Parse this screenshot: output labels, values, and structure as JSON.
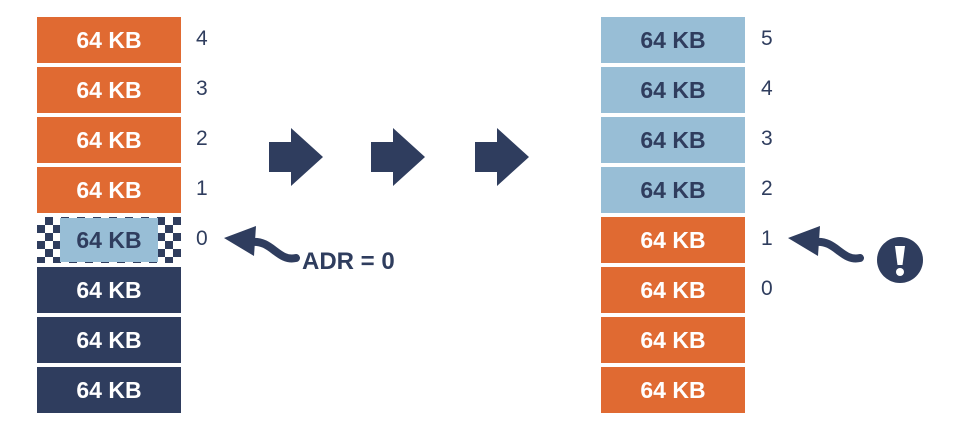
{
  "left_stack": {
    "blocks": [
      {
        "label": "64 KB",
        "color": "orange",
        "index": "4"
      },
      {
        "label": "64 KB",
        "color": "orange",
        "index": "3"
      },
      {
        "label": "64 KB",
        "color": "orange",
        "index": "2"
      },
      {
        "label": "64 KB",
        "color": "orange",
        "index": "1"
      },
      {
        "label": "64 KB",
        "color": "checker",
        "index": "0"
      },
      {
        "label": "64 KB",
        "color": "navy",
        "index": ""
      },
      {
        "label": "64 KB",
        "color": "navy",
        "index": ""
      },
      {
        "label": "64 KB",
        "color": "navy",
        "index": ""
      }
    ]
  },
  "right_stack": {
    "blocks": [
      {
        "label": "64 KB",
        "color": "light",
        "index": "5"
      },
      {
        "label": "64 KB",
        "color": "light",
        "index": "4"
      },
      {
        "label": "64 KB",
        "color": "light",
        "index": "3"
      },
      {
        "label": "64 KB",
        "color": "light",
        "index": "2"
      },
      {
        "label": "64 KB",
        "color": "orange",
        "index": "1"
      },
      {
        "label": "64 KB",
        "color": "orange",
        "index": "0"
      },
      {
        "label": "64 KB",
        "color": "orange",
        "index": ""
      },
      {
        "label": "64 KB",
        "color": "orange",
        "index": ""
      }
    ]
  },
  "pointer_label": "ADR = 0",
  "colors": {
    "orange": "#e06a32",
    "navy": "#2f3d5e",
    "light": "#98bed6"
  },
  "icons": {
    "arrows": [
      "arrow-right-icon",
      "arrow-right-icon",
      "arrow-right-icon"
    ],
    "pointer": "curved-arrow-icon",
    "alert": "exclamation-icon"
  }
}
